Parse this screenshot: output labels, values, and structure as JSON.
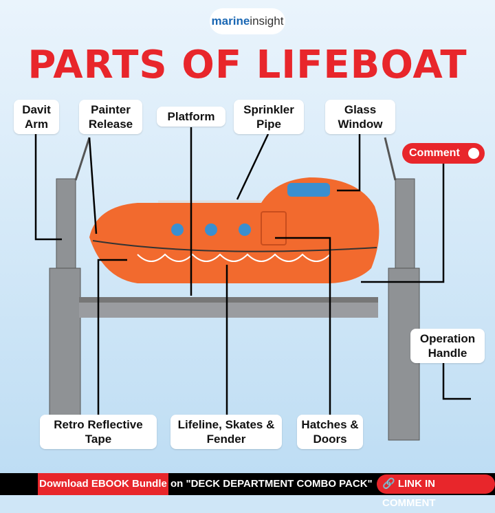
{
  "logo": {
    "text_a": "marine",
    "text_b": "insight"
  },
  "title": "PARTS OF LIFEBOAT",
  "labels": {
    "davit_arm": "Davit Arm",
    "painter_release": "Painter Release",
    "platform": "Platform",
    "sprinkler_pipe": "Sprinkler Pipe",
    "glass_window": "Glass Window",
    "operation_handle": "Operation Handle",
    "retro_tape": "Retro Reflective Tape",
    "lifeline": "Lifeline, Skates & Fender",
    "hatches": "Hatches & Doors"
  },
  "comment_button": "Comment",
  "banner": {
    "download": "Download EBOOK Bundle",
    "pack": "on \"DECK DEPARTMENT COMBO PACK\"",
    "link": "🔗 LINK IN COMMENT"
  },
  "colors": {
    "accent": "#e8262b",
    "hull": "#f26a2e",
    "structure": "#8f9295"
  }
}
